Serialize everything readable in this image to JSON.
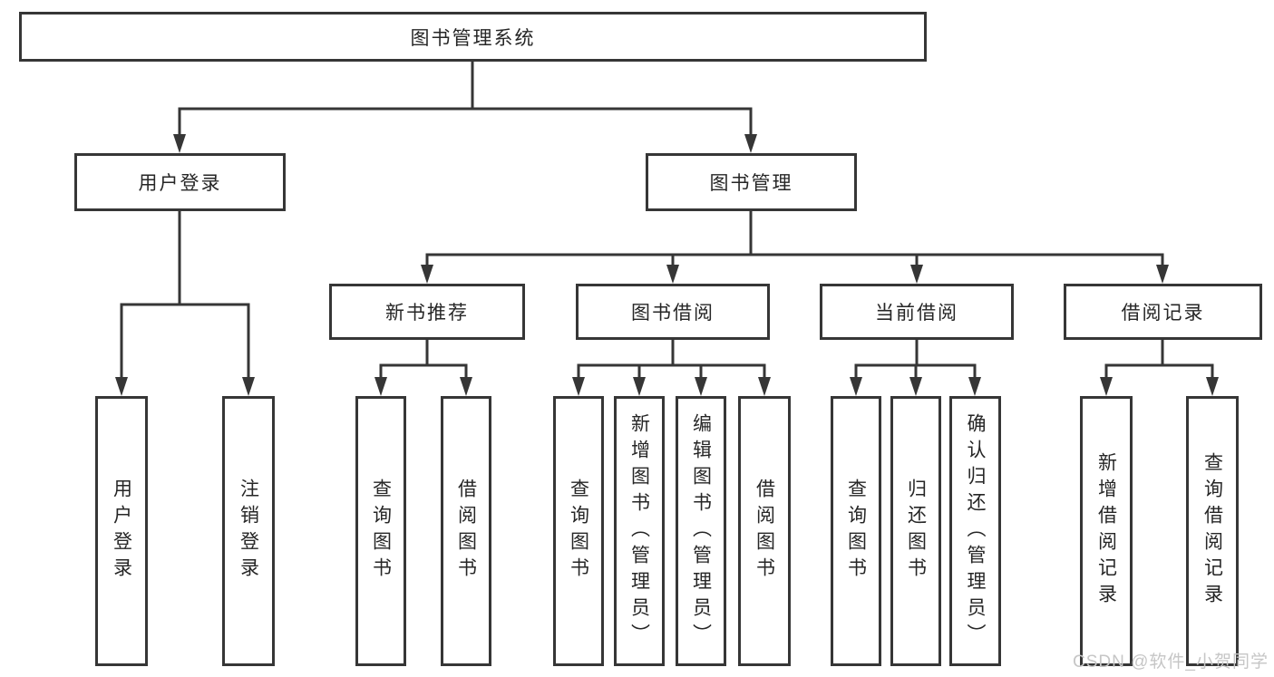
{
  "diagram": {
    "title": "图书管理系统",
    "type": "hierarchy-tree",
    "colors": {
      "line": "#363636",
      "box_border": "#363636",
      "box_background": "#ffffff",
      "text": "#262626",
      "watermark": "#c6c6c6"
    }
  },
  "nodes": {
    "root": {
      "label": "图书管理系统"
    },
    "level2": [
      {
        "label": "用户登录"
      },
      {
        "label": "图书管理"
      }
    ],
    "level3": [
      {
        "label": "新书推荐",
        "parent": "图书管理"
      },
      {
        "label": "图书借阅",
        "parent": "图书管理"
      },
      {
        "label": "当前借阅",
        "parent": "图书管理"
      },
      {
        "label": "借阅记录",
        "parent": "图书管理"
      }
    ],
    "level4": [
      {
        "label": "用户登录",
        "parent": "用户登录"
      },
      {
        "label": "注销登录",
        "parent": "用户登录"
      },
      {
        "label": "查询图书",
        "parent": "新书推荐"
      },
      {
        "label": "借阅图书",
        "parent": "新书推荐"
      },
      {
        "label": "查询图书",
        "parent": "图书借阅"
      },
      {
        "label": "新增图书（管理员）",
        "parent": "图书借阅"
      },
      {
        "label": "编辑图书（管理员）",
        "parent": "图书借阅"
      },
      {
        "label": "借阅图书",
        "parent": "图书借阅"
      },
      {
        "label": "查询图书",
        "parent": "当前借阅"
      },
      {
        "label": "归还图书",
        "parent": "当前借阅"
      },
      {
        "label": "确认归还（管理员）",
        "parent": "当前借阅"
      },
      {
        "label": "新增借阅记录",
        "parent": "借阅记录"
      },
      {
        "label": "查询借阅记录",
        "parent": "借阅记录"
      }
    ]
  },
  "watermark": {
    "text": "CSDN @软件_小贺同学"
  }
}
